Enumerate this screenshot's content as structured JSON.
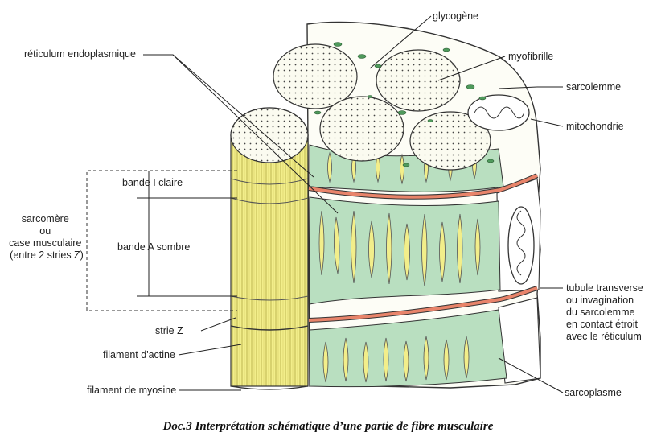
{
  "labels": {
    "reticulum": "réticulum endoplasmique",
    "glycogene": "glycogène",
    "myofibrille": "myofibrille",
    "sarcolemme": "sarcolemme",
    "mitochondrie": "mitochondrie",
    "bande_i": "bande  I  claire",
    "sarcomere": [
      "sarcomère",
      "ou",
      "case musculaire",
      "(entre 2 stries Z)"
    ],
    "bande_a": "bande  A  sombre",
    "strie_z": "strie   Z",
    "actine": "filament d'actine",
    "myosine": "filament de myosine",
    "tubule": [
      "tubule transverse",
      "ou invagination",
      "du sarcolemme",
      "en contact étroit",
      "avec le réticulum"
    ],
    "sarcoplasme": "sarcoplasme"
  },
  "caption": "Doc.3  Interprétation schématique d’une partie de fibre musculaire",
  "colors": {
    "myofibril_yellow": "#f2ee8a",
    "reticulum_green": "#b9dfc0",
    "tubule_orange": "#e8846a",
    "dots": "#444444",
    "glycogen_green": "#4f9a5c"
  }
}
